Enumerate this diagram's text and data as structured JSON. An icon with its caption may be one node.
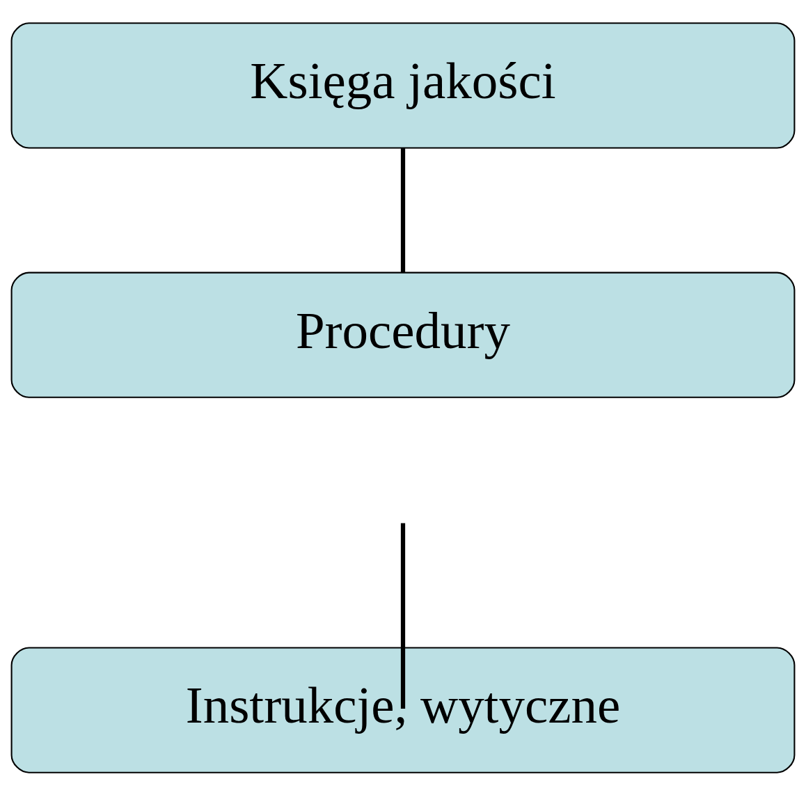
{
  "diagram": {
    "nodes": [
      {
        "text": [
          "Księga jakości"
        ]
      },
      {
        "text": [
          "Procedury"
        ]
      },
      {
        "text": [
          "Instrukcje, wytyczne"
        ]
      }
    ],
    "edges": [
      {
        "from": 0,
        "to": 1,
        "arrow": "none"
      },
      {
        "from": null,
        "to": 2,
        "arrow": "none"
      }
    ]
  }
}
